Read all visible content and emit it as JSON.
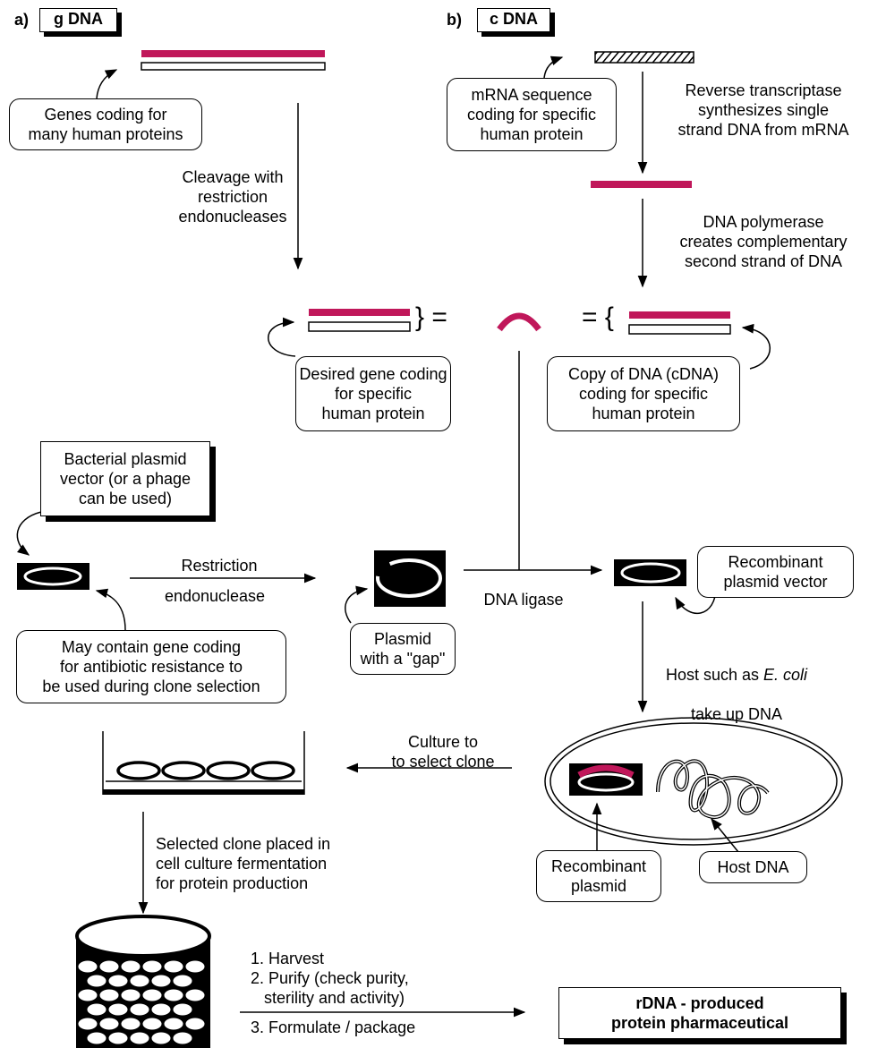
{
  "panels": {
    "a_prefix": "a)",
    "a_label": "g DNA",
    "b_prefix": "b)",
    "b_label": "c DNA"
  },
  "labels": {
    "genes": "Genes coding for\nmany human proteins",
    "cleavage": "Cleavage with\nrestriction\nendonucleases",
    "mrna": "mRNA sequence\ncoding for specific\nhuman protein",
    "reverse_transcriptase": "Reverse transcriptase\nsynthesizes single\nstrand DNA from mRNA",
    "dna_polymerase": "DNA polymerase\ncreates complementary\nsecond strand of DNA",
    "equals_left": "} =",
    "equals_right": "= {",
    "desired_gene": "Desired gene coding\nfor specific\nhuman protein",
    "copy_cdna": "Copy of DNA (cDNA)\ncoding for specific\nhuman protein",
    "bacterial_plasmid": "Bacterial plasmid\nvector (or a phage\ncan be used)",
    "restriction": "Restriction",
    "endonuclease": "endonuclease",
    "dna_ligase": "DNA ligase",
    "recombinant_vector": "Recombinant\nplasmid vector",
    "may_contain": "May contain gene coding\nfor antibiotic resistance to\nbe used during clone selection",
    "plasmid_gap": "Plasmid\nwith a \"gap\"",
    "host_prefix": "Host such as ",
    "host_italic": "E. coli",
    "host_suffix": "take up DNA",
    "culture": "Culture to\nto select clone",
    "selected_clone": "Selected clone placed in\ncell culture fermentation\nfor protein production",
    "recombinant_plasmid": "Recombinant\nplasmid",
    "host_dna": "Host DNA",
    "steps_1": "1. Harvest",
    "steps_2": "2. Purify (check purity,\n   sterility and activity)",
    "steps_3": "3. Formulate / package",
    "final_product": "rDNA - produced\nprotein pharmaceutical"
  },
  "colors": {
    "dna_strand": "#c0175a",
    "line": "#000000"
  }
}
